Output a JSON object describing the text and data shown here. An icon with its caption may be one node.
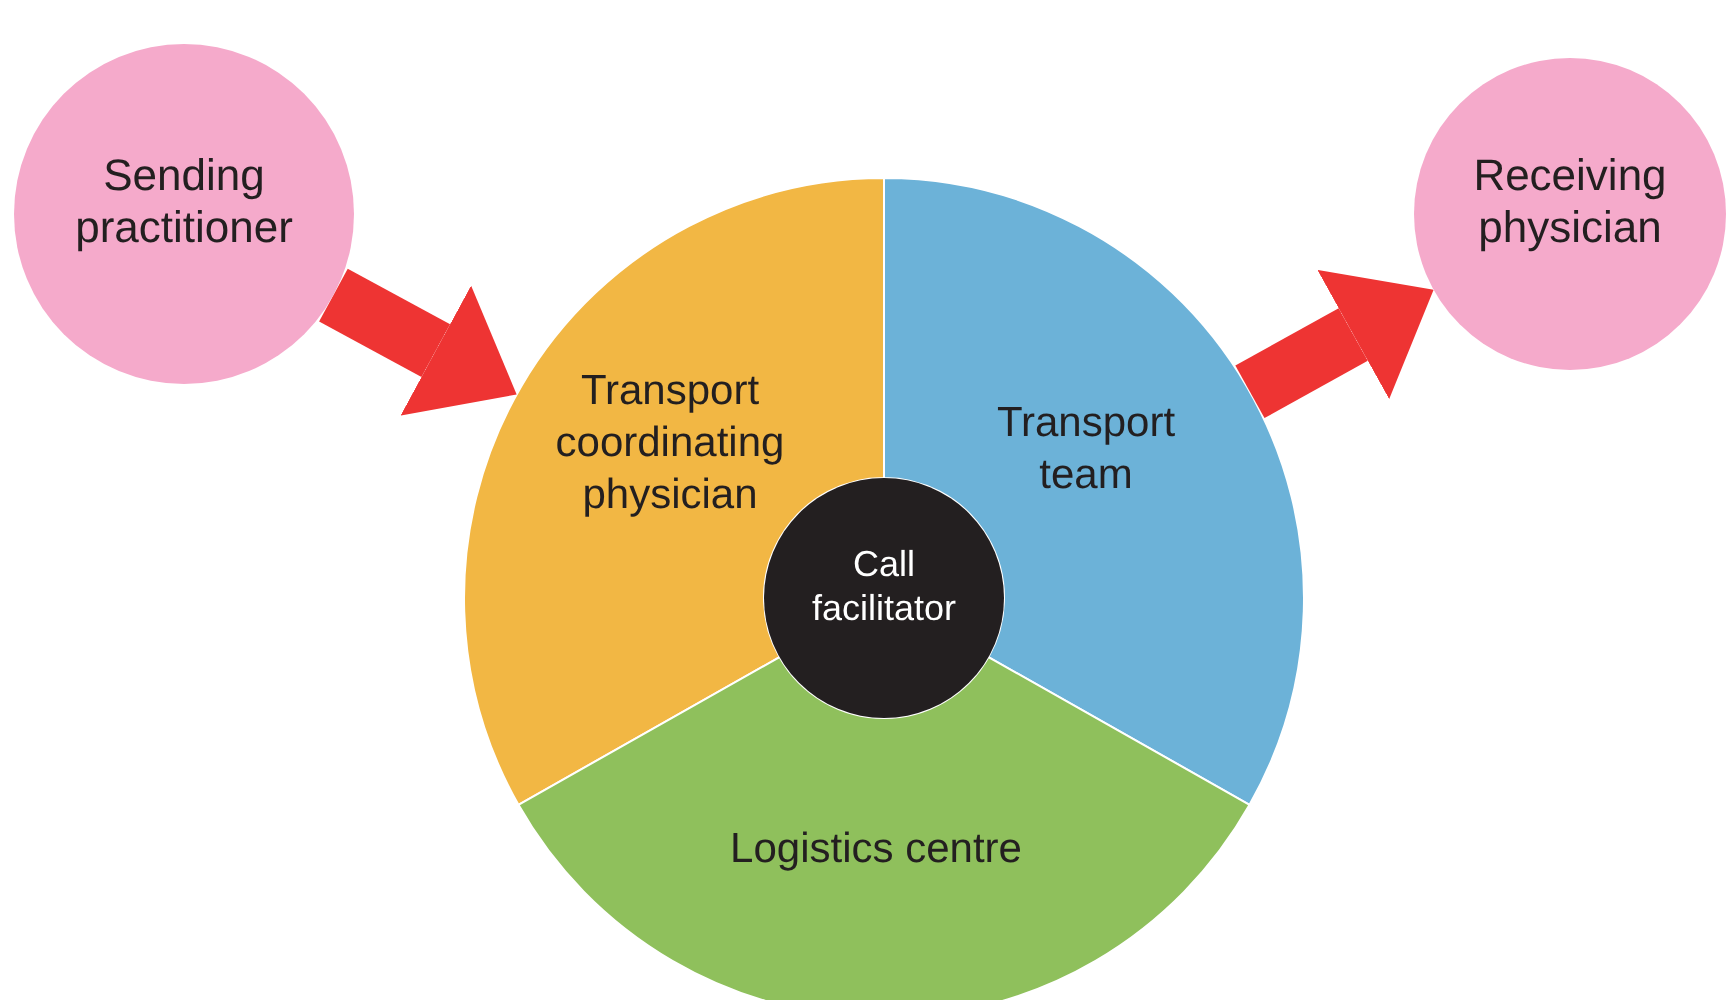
{
  "diagram": {
    "nodes": [
      {
        "text": [
          "Sending practitioner"
        ]
      },
      {
        "text": [
          "Transport coordinating physician"
        ]
      },
      {
        "text": [
          "Transport team"
        ]
      },
      {
        "text": [
          "Logistics centre"
        ]
      },
      {
        "text": [
          "Call facilitator"
        ]
      },
      {
        "text": [
          "Receiving physician"
        ]
      }
    ],
    "edges": [
      {
        "from": 0,
        "to": 1,
        "arrow": "to"
      },
      {
        "from": 2,
        "to": 5,
        "arrow": "to"
      }
    ]
  }
}
